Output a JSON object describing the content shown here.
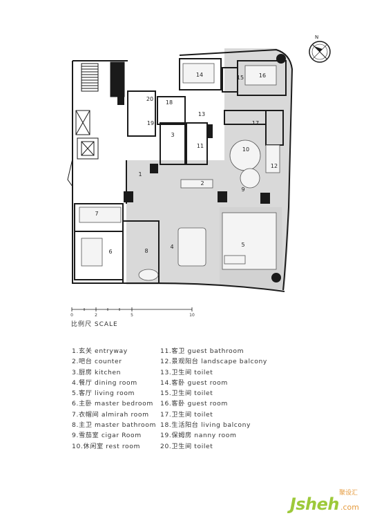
{
  "compass": {
    "north_label": "N"
  },
  "room_numbers": [
    "1",
    "2",
    "3",
    "4",
    "5",
    "6",
    "7",
    "8",
    "9",
    "10",
    "11",
    "12",
    "13",
    "14",
    "15",
    "16",
    "17",
    "18",
    "19",
    "20"
  ],
  "scale": {
    "ticks": [
      "0",
      "2",
      "5",
      "10"
    ],
    "label": "比例尺  SCALE"
  },
  "legend": {
    "col1": [
      "1.玄关 entryway",
      "2.吧台 counter",
      "3.厨房 kitchen",
      "4.餐厅 dining room",
      "5.客厅 living room",
      "6.主卧 master bedroom",
      "7.衣帽间 almirah room",
      "8.主卫 master bathroom",
      "9.雪茄室 cigar Room",
      "10.休闲室 rest room"
    ],
    "col2": [
      "11.客卫 guest bathroom",
      "12.景观阳台 landscape balcony",
      "13.卫生间 toilet",
      "14.客卧 guest room",
      "15.卫生间 toilet",
      "16.客卧 guest room",
      "17.卫生间 toilet",
      "18.生活阳台 living balcony",
      "19.保姆房 nanny room",
      "20.卫生间 toilet"
    ]
  },
  "watermark": {
    "brand": "Jsheh",
    "suffix": ".com",
    "cn": "聚设汇"
  },
  "colors": {
    "floor": "#d7d7d7",
    "wall": "#1a1a1a",
    "accent_green": "#9dc93a",
    "accent_orange": "#e59a3c"
  }
}
